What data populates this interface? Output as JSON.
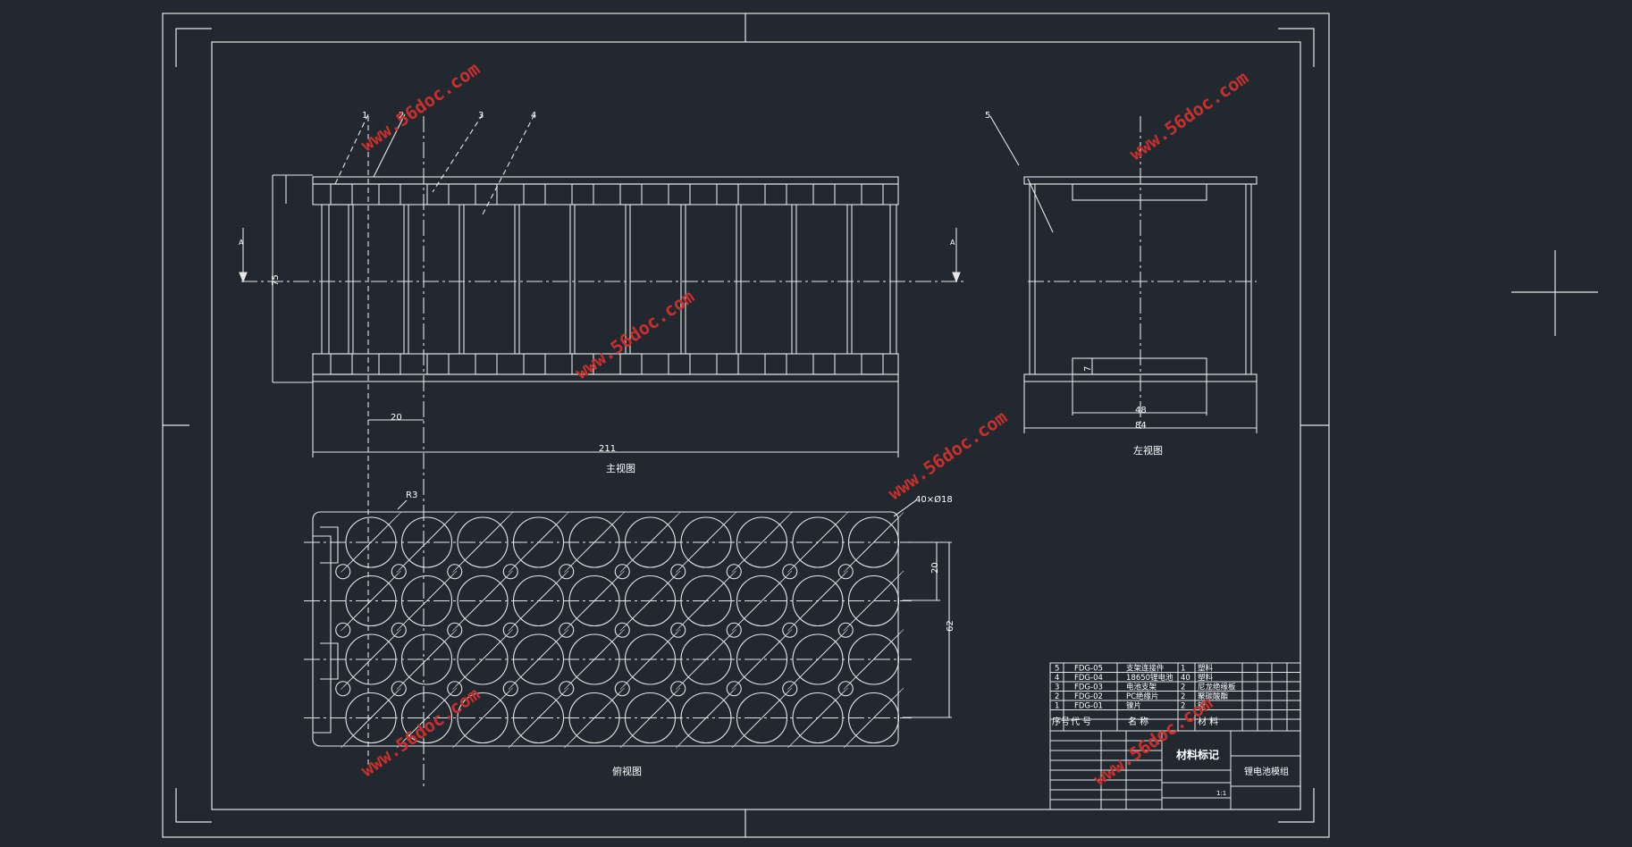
{
  "balloons": [
    "1",
    "2",
    "3",
    "4",
    "5"
  ],
  "dims": {
    "front_pitch": "20",
    "front_length": "211",
    "front_height": "75",
    "side_width": "84",
    "side_inner": "48",
    "side_small": "7",
    "plan_pitch": "20",
    "plan_width": "62",
    "radius": "R3",
    "holes": "40×Ø18"
  },
  "section_marks": [
    "A",
    "A"
  ],
  "view_labels": [
    "主视图",
    "左视图",
    "俯视图"
  ],
  "bom": {
    "rows": [
      {
        "no": "5",
        "code": "FDG-05",
        "name": "支架连接件",
        "qty": "1",
        "material": "塑料"
      },
      {
        "no": "4",
        "code": "FDG-04",
        "name": "18650锂电池",
        "qty": "40",
        "material": "塑料"
      },
      {
        "no": "3",
        "code": "FDG-03",
        "name": "电池支架",
        "qty": "2",
        "material": "尼龙绝缘板"
      },
      {
        "no": "2",
        "code": "FDG-02",
        "name": "PC绝缘片",
        "qty": "2",
        "material": "聚碳酸酯"
      },
      {
        "no": "1",
        "code": "FDG-01",
        "name": "镍片",
        "qty": "2",
        "material": "镍"
      }
    ],
    "headers": {
      "no": "序号",
      "code": "代 号",
      "name": "名 称",
      "material": "材 料"
    }
  },
  "title_block": {
    "material_mark": "材料标记",
    "drawing_name": "锂电池模组",
    "scale": "1:1"
  },
  "watermark": "www.56doc.com"
}
